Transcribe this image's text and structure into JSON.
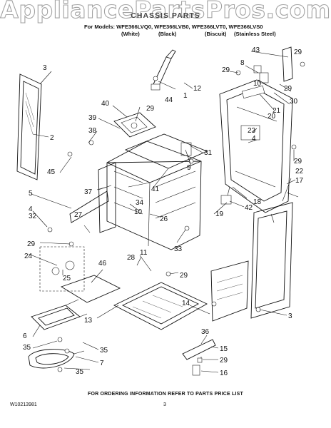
{
  "watermark": "AppliancePartsPros.com",
  "header": {
    "title": "CHASSIS PARTS",
    "models_line": "For Models: WFE366LVQ0, WFE366LVB0, WFE366LVT0, WFE366LVS0",
    "variants": [
      "(White)",
      "(Black)",
      "(Biscuit)",
      "(Stainless Steel)"
    ]
  },
  "callouts": [
    "1",
    "2",
    "3",
    "3",
    "4",
    "5",
    "6",
    "7",
    "8",
    "9",
    "10",
    "11",
    "12",
    "13",
    "14",
    "15",
    "16",
    "17",
    "18",
    "19",
    "20",
    "21",
    "22",
    "23",
    "24",
    "25",
    "26",
    "27",
    "28",
    "29",
    "29",
    "29",
    "29",
    "29",
    "29",
    "30",
    "31",
    "32",
    "33",
    "34",
    "35",
    "35",
    "35",
    "36",
    "37",
    "38",
    "39",
    "40",
    "41",
    "42",
    "43",
    "44",
    "45",
    "46"
  ],
  "footer": "FOR ORDERING INFORMATION REFER TO PARTS PRICE LIST",
  "doc_number": "W10213981",
  "page_number": "3"
}
